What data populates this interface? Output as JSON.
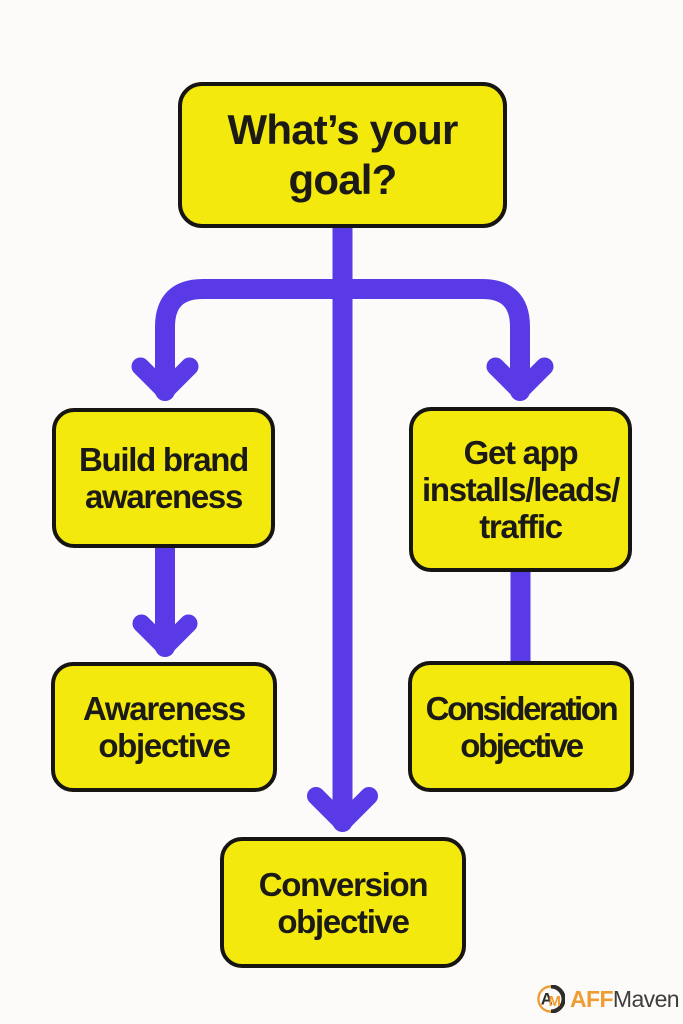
{
  "theme": {
    "background": "#FCFBF9",
    "box_fill": "#F4E90D",
    "box_border": "#171511",
    "box_text": "#1B1A17",
    "arrow": "#5A3AE6",
    "brand_orange": "#EF9C33",
    "brand_dark": "#3E3D3B"
  },
  "flowchart": {
    "nodes": {
      "goal": {
        "lines": [
          "What’s your",
          "goal?"
        ]
      },
      "build_brand": {
        "lines": [
          "Build brand",
          "awareness"
        ]
      },
      "get_app": {
        "lines": [
          "Get app",
          "installs/leads/",
          "traffic"
        ]
      },
      "awareness_objective": {
        "lines": [
          "Awareness",
          "objective"
        ]
      },
      "consideration_objective": {
        "lines": [
          "Consideration",
          "objective"
        ]
      },
      "conversion_objective": {
        "lines": [
          "Conversion",
          "objective"
        ]
      }
    },
    "edges": [
      {
        "from": "goal",
        "to": "build_brand",
        "arrowhead": true
      },
      {
        "from": "goal",
        "to": "get_app",
        "arrowhead": true
      },
      {
        "from": "goal",
        "to": "conversion_objective",
        "arrowhead": true
      },
      {
        "from": "build_brand",
        "to": "awareness_objective",
        "arrowhead": true
      },
      {
        "from": "get_app",
        "to": "consideration_objective",
        "arrowhead": false
      }
    ]
  },
  "brand": {
    "prefix": "AFF",
    "suffix": "Maven",
    "icon": "am-monogram-icon"
  }
}
